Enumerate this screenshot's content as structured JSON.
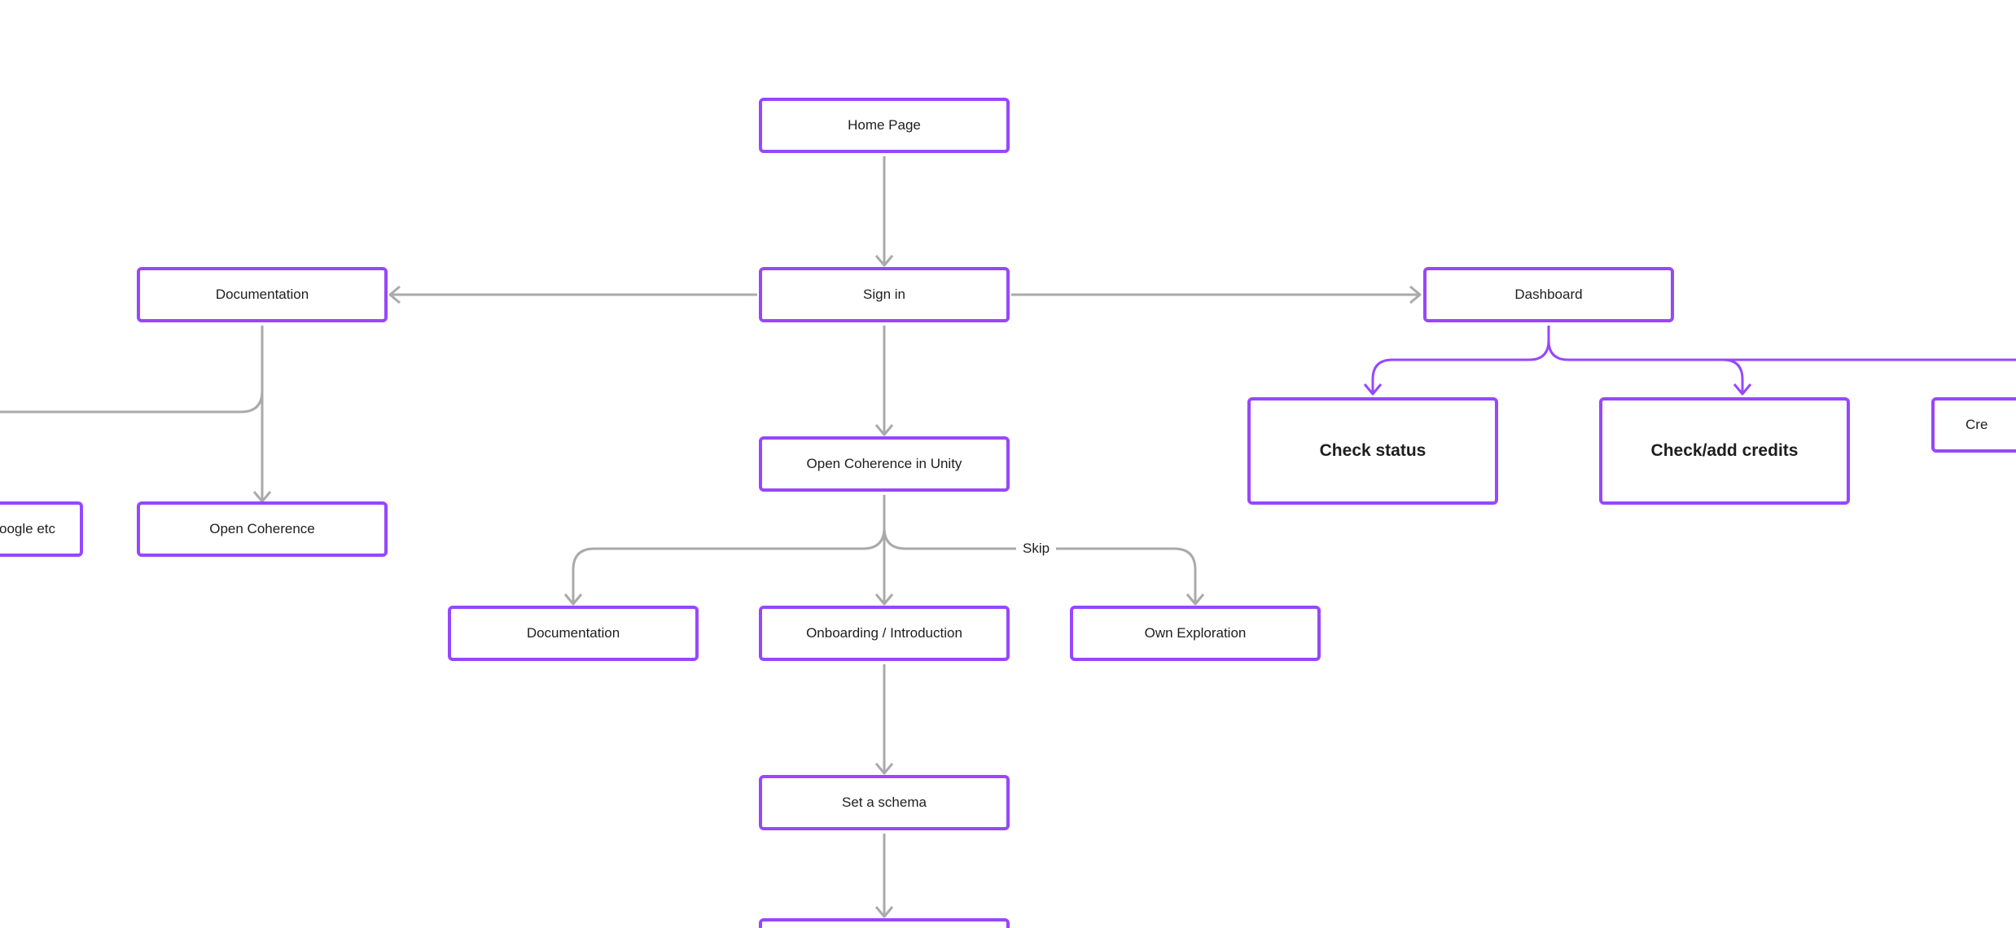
{
  "colors": {
    "node_border": "#9747ff",
    "connector_gray": "#aaaaaa",
    "connector_purple": "#9747ff",
    "text": "#1e1e1e"
  },
  "nodes": {
    "home_page": "Home Page",
    "sign_in": "Sign in",
    "documentation_left": "Documentation",
    "dashboard": "Dashboard",
    "open_coherence_unity": "Open Coherence in Unity",
    "open_coherence": "Open Coherence",
    "google_etc": "oogle etc",
    "documentation_center": "Documentation",
    "onboarding": "Onboarding / Introduction",
    "own_exploration": "Own Exploration",
    "set_schema": "Set a schema",
    "check_status": "Check status",
    "check_add_credits": "Check/add credits",
    "cre_partial": "Cre"
  },
  "edge_labels": {
    "skip": "Skip"
  }
}
